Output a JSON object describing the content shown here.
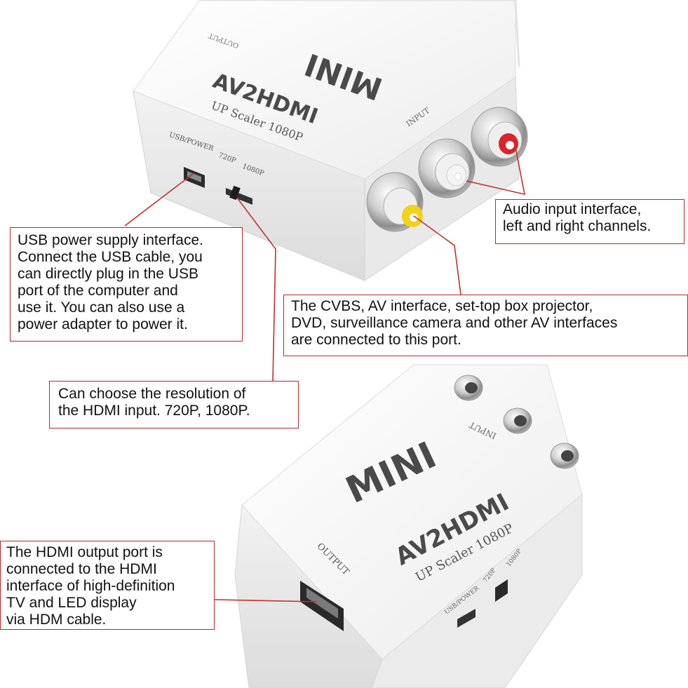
{
  "devices": {
    "top": {
      "brand": "MINI",
      "model": "AV2HDMI",
      "subtitle": "UP Scaler 1080P",
      "label_output": "OUTPUT",
      "label_input": "INPUT",
      "label_usb": "USB/POWER",
      "label_720": "720P",
      "label_1080": "1080P"
    },
    "bottom": {
      "brand": "MINI",
      "model": "AV2HDMI",
      "subtitle": "UP Scaler 1080P",
      "label_output": "OUTPUT",
      "label_input": "INPUT",
      "label_usb": "USB/POWER",
      "label_720": "720P",
      "label_1080": "1080P"
    }
  },
  "callouts": {
    "audio": {
      "lines": [
        "Audio input interface,",
        "left and right channels."
      ]
    },
    "usb": {
      "lines": [
        "USB power supply interface.",
        "Connect the USB cable, you",
        "can directly plug in the USB",
        "port of the computer and",
        "use it. You can also use a",
        "power adapter to power it."
      ]
    },
    "cvbs": {
      "lines": [
        "The CVBS, AV interface, set-top box projector,",
        "DVD, surveillance camera and other AV interfaces",
        "are connected to this port."
      ]
    },
    "resolution": {
      "lines": [
        "Can choose the resolution of",
        "the HDMI input. 720P, 1080P."
      ]
    },
    "hdmi": {
      "lines": [
        "The HDMI output port is",
        "connected to the HDMI",
        "interface of high-definition",
        "TV and LED display",
        "via HDM cable."
      ]
    }
  },
  "colors": {
    "leader_line": "#c0302e",
    "callout_border": "#b32a2a",
    "rca_red": "#d8242b",
    "rca_yellow": "#f3d21b",
    "rca_white": "#f4f4f4",
    "body": "#f7f7f7"
  }
}
